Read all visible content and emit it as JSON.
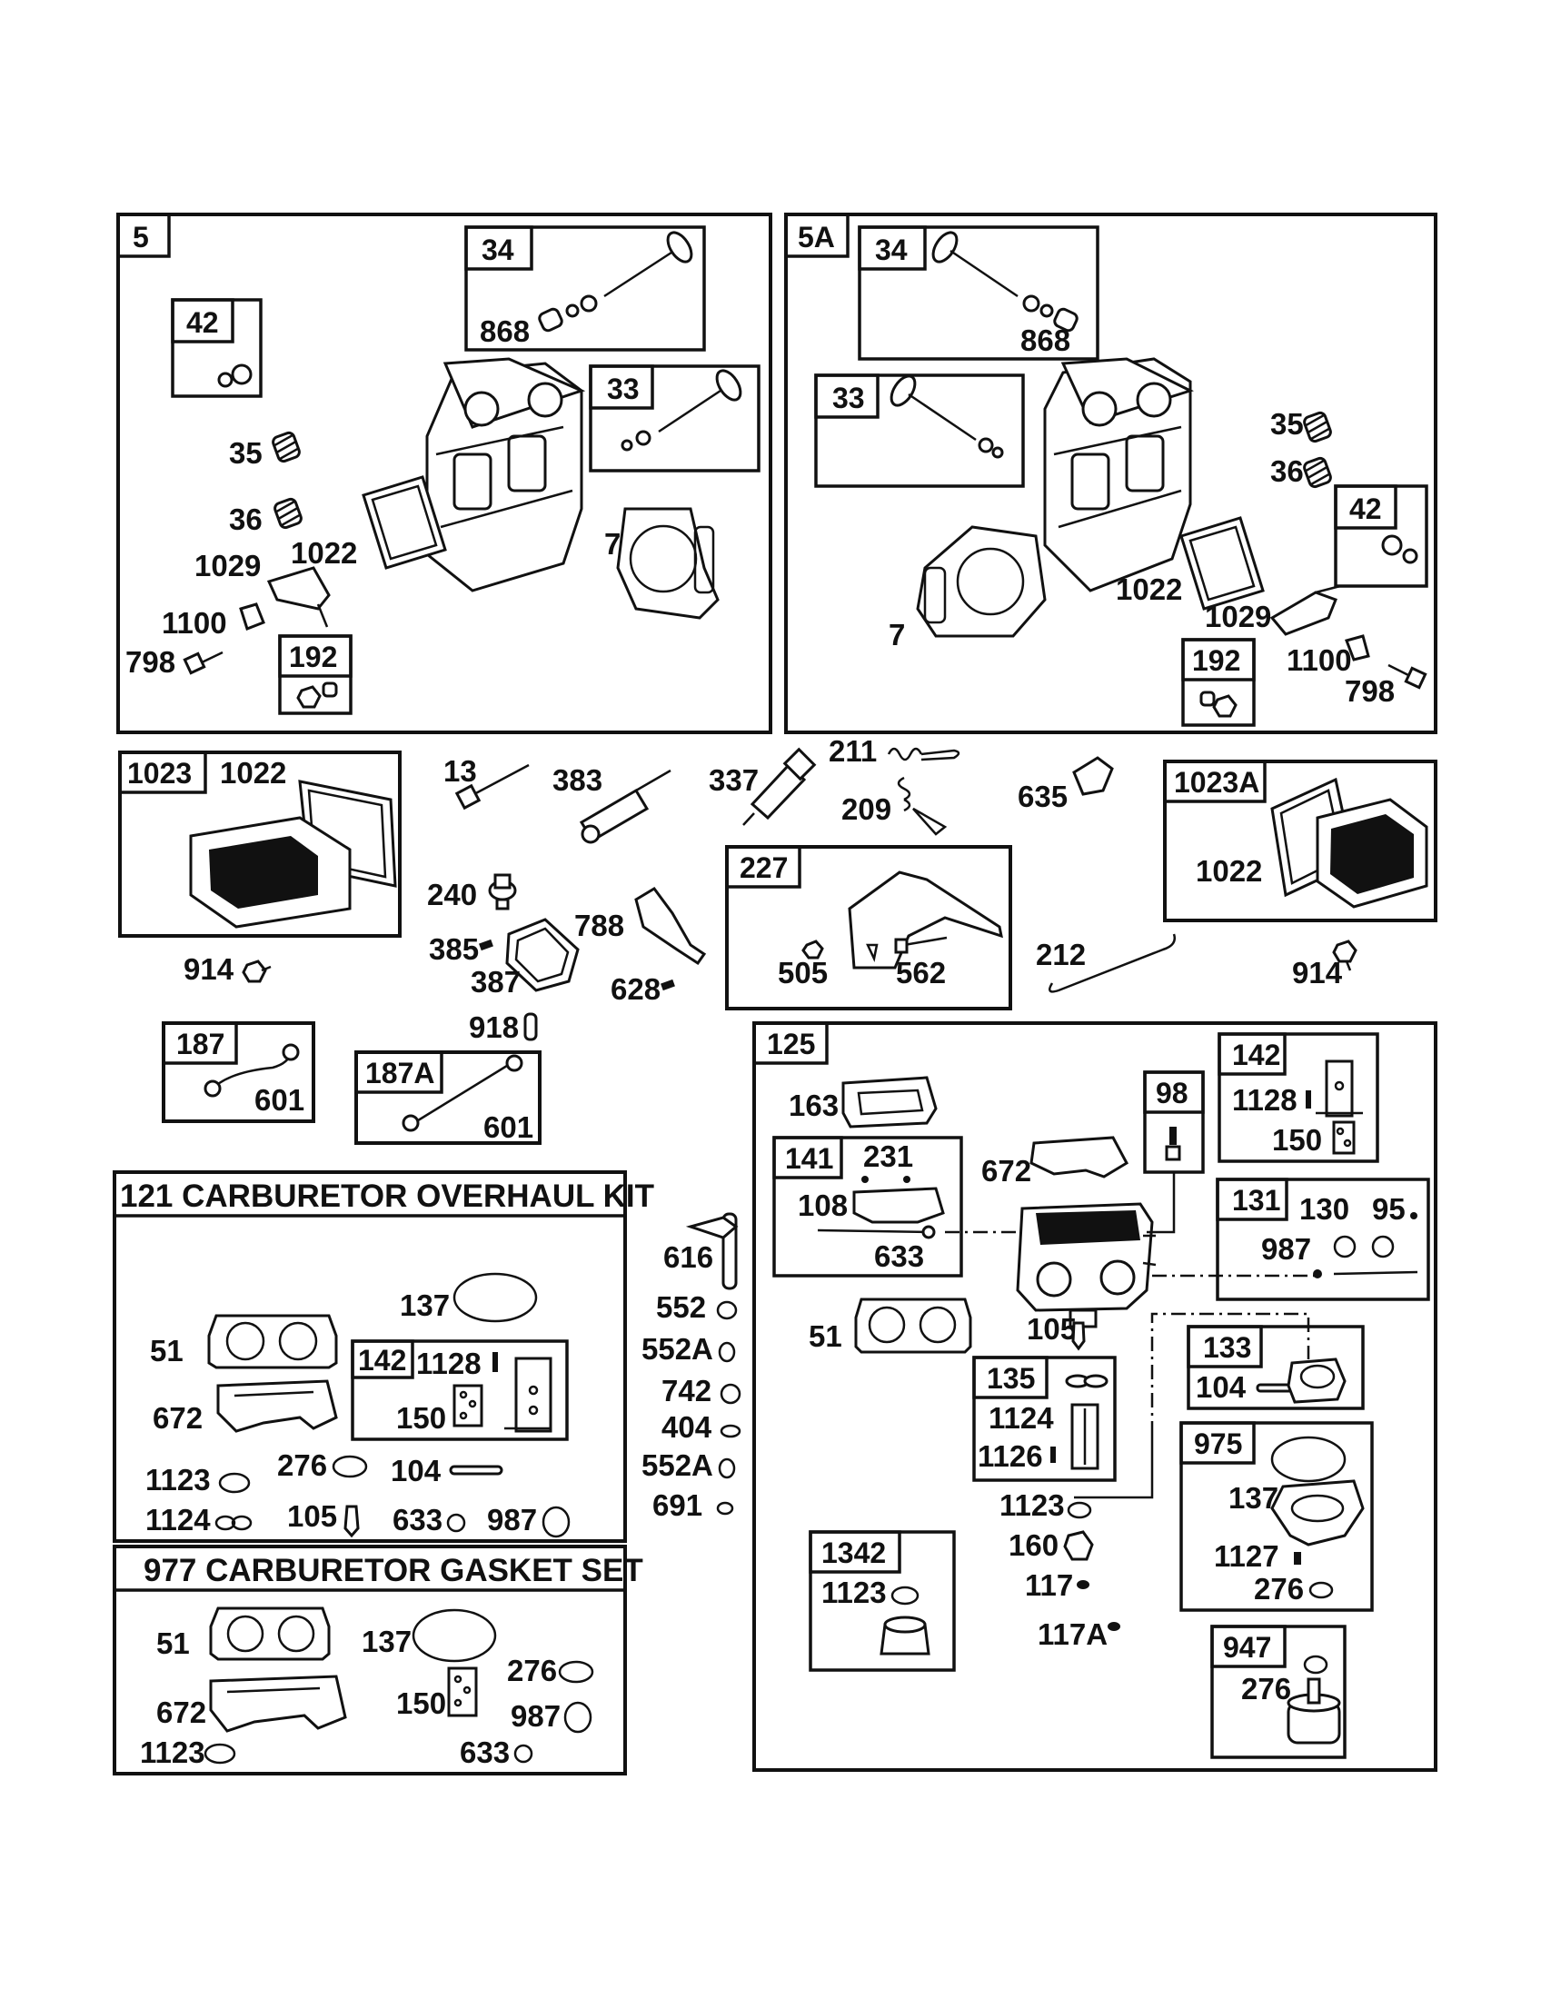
{
  "groups": {
    "g5": "5",
    "g5a": "5A",
    "g1023": "1023",
    "g1023a": "1023A",
    "g227": "227",
    "g187": "187",
    "g187a": "187A",
    "g125": "125",
    "g141": "141",
    "g98": "98",
    "g142": "142",
    "g131": "131",
    "g135": "135",
    "g133": "133",
    "g975": "975",
    "g1342": "1342",
    "g947": "947",
    "k142": "142",
    "g5_34": "34",
    "g5_33": "33",
    "g5_42": "42",
    "g5_192": "192",
    "g5a_34": "34",
    "g5a_33": "33",
    "g5a_42": "42",
    "g5a_192": "192"
  },
  "kits": {
    "overhaul": "121 CARBURETOR OVERHAUL KIT",
    "gasket": "977 CARBURETOR GASKET SET"
  },
  "labels": {
    "a868": "868",
    "a35": "35",
    "a36": "36",
    "a1029": "1029",
    "a1022": "1022",
    "a7": "7",
    "a1100": "1100",
    "a798": "798",
    "b868": "868",
    "b35": "35",
    "b36": "36",
    "b1022": "1022",
    "b1029": "1029",
    "b7": "7",
    "b1100": "1100",
    "b798": "798",
    "c1022": "1022",
    "c914": "914",
    "c13": "13",
    "c383": "383",
    "c337": "337",
    "c211": "211",
    "c209": "209",
    "c635": "635",
    "c240": "240",
    "c385": "385",
    "c387": "387",
    "c788": "788",
    "c628": "628",
    "c918": "918",
    "c505": "505",
    "c562": "562",
    "c212": "212",
    "d1022": "1022",
    "d914": "914",
    "c601a": "601",
    "c601b": "601",
    "o137": "137",
    "o51": "51",
    "o672": "672",
    "o1128": "1128",
    "o150": "150",
    "o1123": "1123",
    "o276": "276",
    "o104": "104",
    "o1124": "1124",
    "o105": "105",
    "o633": "633",
    "o987": "987",
    "s51": "51",
    "s137": "137",
    "s276": "276",
    "s672": "672",
    "s150": "150",
    "s987": "987",
    "s1123": "1123",
    "s633": "633",
    "m616": "616",
    "m552": "552",
    "m552a": "552A",
    "m742": "742",
    "m404": "404",
    "m552a2": "552A",
    "m691": "691",
    "r163": "163",
    "r231": "231",
    "r108": "108",
    "r633": "633",
    "r672": "672",
    "r1128": "1128",
    "r150": "150",
    "r130": "130",
    "r95": "95",
    "r987": "987",
    "r51": "51",
    "r105": "105",
    "r1124": "1124",
    "r1126": "1126",
    "r104": "104",
    "r1123": "1123",
    "r160": "160",
    "r117": "117",
    "r117a": "117A",
    "r137": "137",
    "r1127": "1127",
    "r276": "276",
    "r1123b": "1123",
    "r276b": "276"
  },
  "icons": [
    "valve-icon",
    "spring-icon",
    "cylinder-head-icon",
    "gasket-icon",
    "rocker-arm-icon",
    "bolt-icon",
    "nut-icon",
    "valve-cover-icon",
    "spark-plug-icon",
    "bracket-icon",
    "carburetor-icon",
    "o-ring-icon",
    "float-bowl-icon",
    "solenoid-icon",
    "fuel-line-icon"
  ]
}
